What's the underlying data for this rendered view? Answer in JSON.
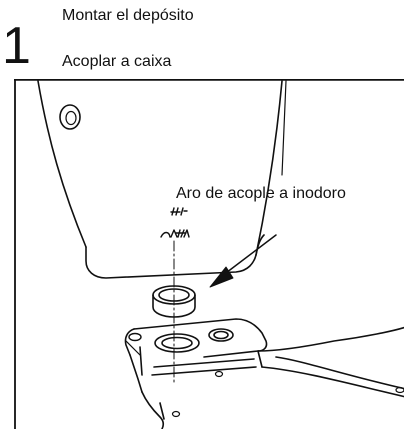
{
  "step": {
    "number": "1",
    "title_es": "Montar el depósito",
    "title_pt": "Acoplar a caixa"
  },
  "figure": {
    "callout_label": "Aro de acople a inodoro"
  }
}
